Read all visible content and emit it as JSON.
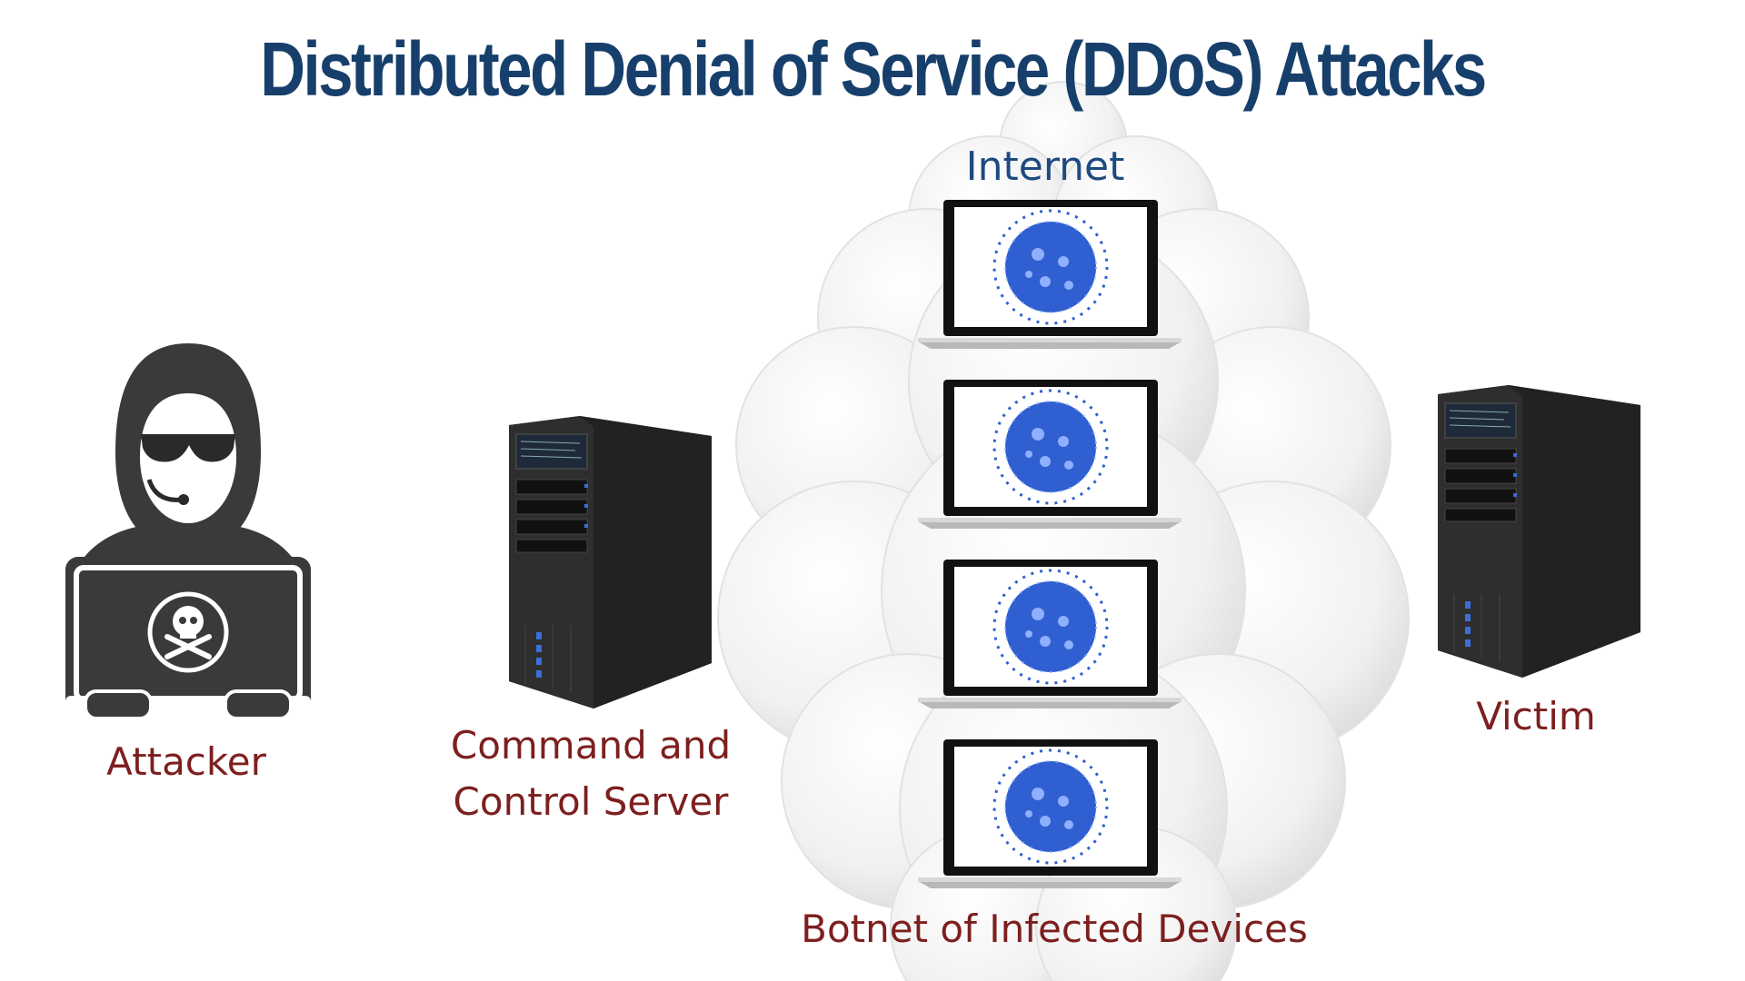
{
  "slide": {
    "title": "Distributed Denial of Service (DDoS) Attacks",
    "internet_label": "Internet",
    "nodes": {
      "attacker": {
        "label": "Attacker",
        "icon": "hooded-hacker-icon"
      },
      "cnc_server": {
        "label_line1": "Command and",
        "label_line2": "Control Server",
        "icon": "server-tower-icon"
      },
      "botnet": {
        "label": "Botnet of Infected Devices",
        "device_count": 4,
        "icon": "infected-laptop-icon"
      },
      "victim": {
        "label": "Victim",
        "icon": "server-tower-icon"
      }
    },
    "colors": {
      "title": "#173f6b",
      "labels": "#7d1f1f",
      "internet": "#1d4a80",
      "virus": "#2f5fd0"
    }
  }
}
